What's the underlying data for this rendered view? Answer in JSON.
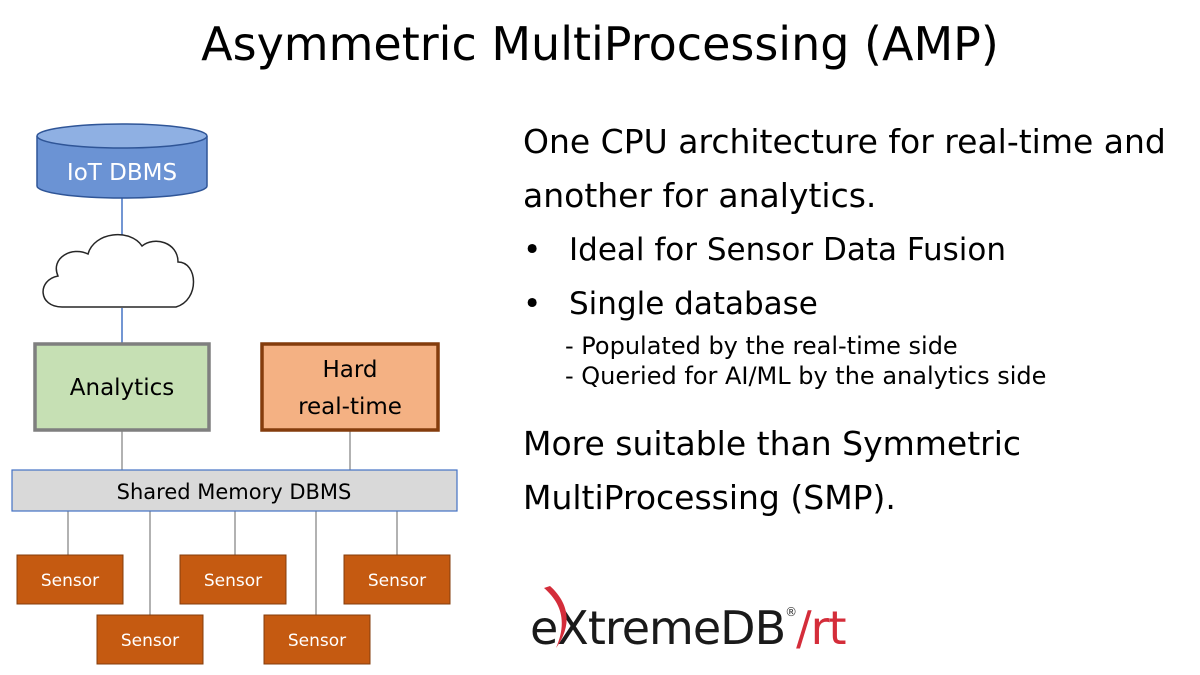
{
  "title": "Asymmetric MultiProcessing (AMP)",
  "diagram": {
    "database": "IoT DBMS",
    "analytics": "Analytics",
    "hard_realtime": [
      "Hard",
      "real-time"
    ],
    "shared_memory": "Shared Memory DBMS",
    "sensors": [
      "Sensor",
      "Sensor",
      "Sensor",
      "Sensor",
      "Sensor"
    ],
    "colors": {
      "database_fill": "#6b93d4",
      "analytics_fill": "#c6e0b4",
      "analytics_border": "#7f7f7f",
      "realtime_fill": "#f4b183",
      "realtime_border": "#843c0c",
      "shared_fill": "#d9d9d9",
      "shared_border": "#4472c4",
      "sensor_fill": "#c55a11"
    }
  },
  "content": {
    "intro": "One CPU architecture for real-time and another for analytics.",
    "bullets": [
      "Ideal for Sensor Data Fusion",
      "Single database"
    ],
    "sub_items": [
      "- Populated by the real-time side",
      "- Queried for AI/ML by the analytics side"
    ],
    "conclusion": "More suitable than Symmetric MultiProcessing (SMP)."
  },
  "logo": {
    "main": "eXtremeDB",
    "registered": "®",
    "suffix": "/rt"
  }
}
